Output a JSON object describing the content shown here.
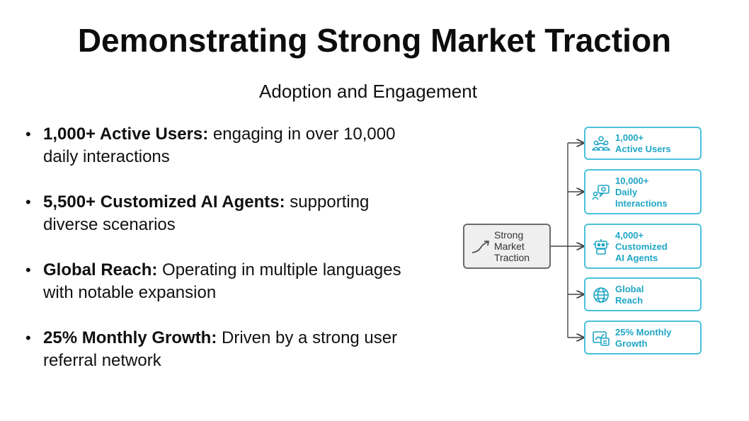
{
  "slide": {
    "title": "Demonstrating Strong Market Traction",
    "subtitle": "Adoption and Engagement"
  },
  "bullets": [
    {
      "bold": "1,000+ Active Users:",
      "text": " engaging in over 10,000 daily interactions"
    },
    {
      "bold": "5,500+ Customized AI Agents:",
      "text": " supporting diverse scenarios"
    },
    {
      "bold": "Global Reach:",
      "text": " Operating in multiple languages with notable expansion"
    },
    {
      "bold": "25% Monthly Growth:",
      "text": " Driven by a strong user referral network"
    }
  ],
  "diagram": {
    "root": {
      "lines": [
        "Strong",
        "Market",
        "Traction"
      ],
      "icon": "trend-arrow-icon"
    },
    "nodes": [
      {
        "lines": [
          "1,000+",
          "Active Users"
        ],
        "icon": "users-icon"
      },
      {
        "lines": [
          "10,000+",
          "Daily",
          "Interactions"
        ],
        "icon": "chat-user-icon"
      },
      {
        "lines": [
          "4,000+",
          "Customized",
          "AI Agents"
        ],
        "icon": "robot-icon"
      },
      {
        "lines": [
          "Global",
          "Reach"
        ],
        "icon": "globe-icon"
      },
      {
        "lines": [
          "25% Monthly",
          "Growth"
        ],
        "icon": "growth-chart-icon"
      }
    ],
    "colors": {
      "node_border": "#4cc1da",
      "node_text": "#1fa6c6",
      "root_border": "#6b6b6b",
      "root_fill": "#efefef",
      "connector": "#444444"
    }
  }
}
